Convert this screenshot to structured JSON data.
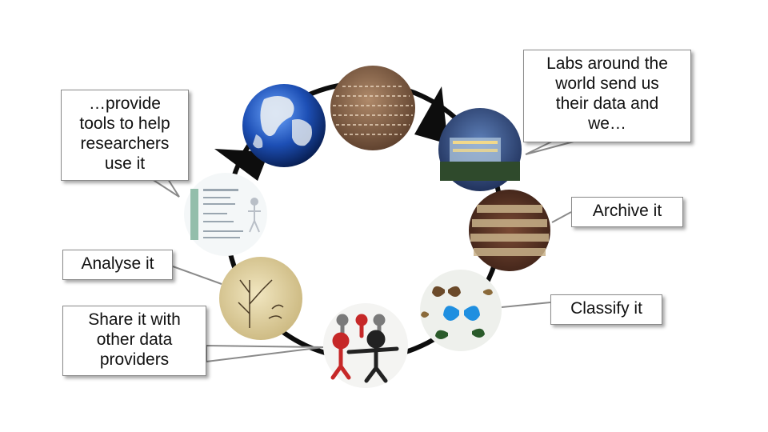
{
  "callouts": {
    "labs": [
      "Labs around the",
      "world send us",
      "their data and",
      "we…"
    ],
    "archive": [
      "Archive it"
    ],
    "classify": [
      "Classify it"
    ],
    "share": [
      "Share it with",
      "other data",
      "providers"
    ],
    "analyse": [
      "Analyse it"
    ],
    "tools": [
      "…provide",
      "tools to help",
      "researchers",
      "use it"
    ]
  },
  "nodes": [
    {
      "id": "globe",
      "icon": "globe-icon"
    },
    {
      "id": "dna-sequence",
      "icon": "dna-sequence-icon"
    },
    {
      "id": "building",
      "icon": "building-icon"
    },
    {
      "id": "library",
      "icon": "bookshelf-icon"
    },
    {
      "id": "butterflies",
      "icon": "butterfly-icon"
    },
    {
      "id": "people",
      "icon": "people-chain-icon"
    },
    {
      "id": "tree-sketch",
      "icon": "tree-sketch-icon"
    },
    {
      "id": "web-page",
      "icon": "web-page-icon"
    }
  ],
  "colors": {
    "ring": "#0d0d0d",
    "callout_border": "#8a8a8a",
    "ocean": "#1d4fb5",
    "paper": "#e8dcb0"
  }
}
